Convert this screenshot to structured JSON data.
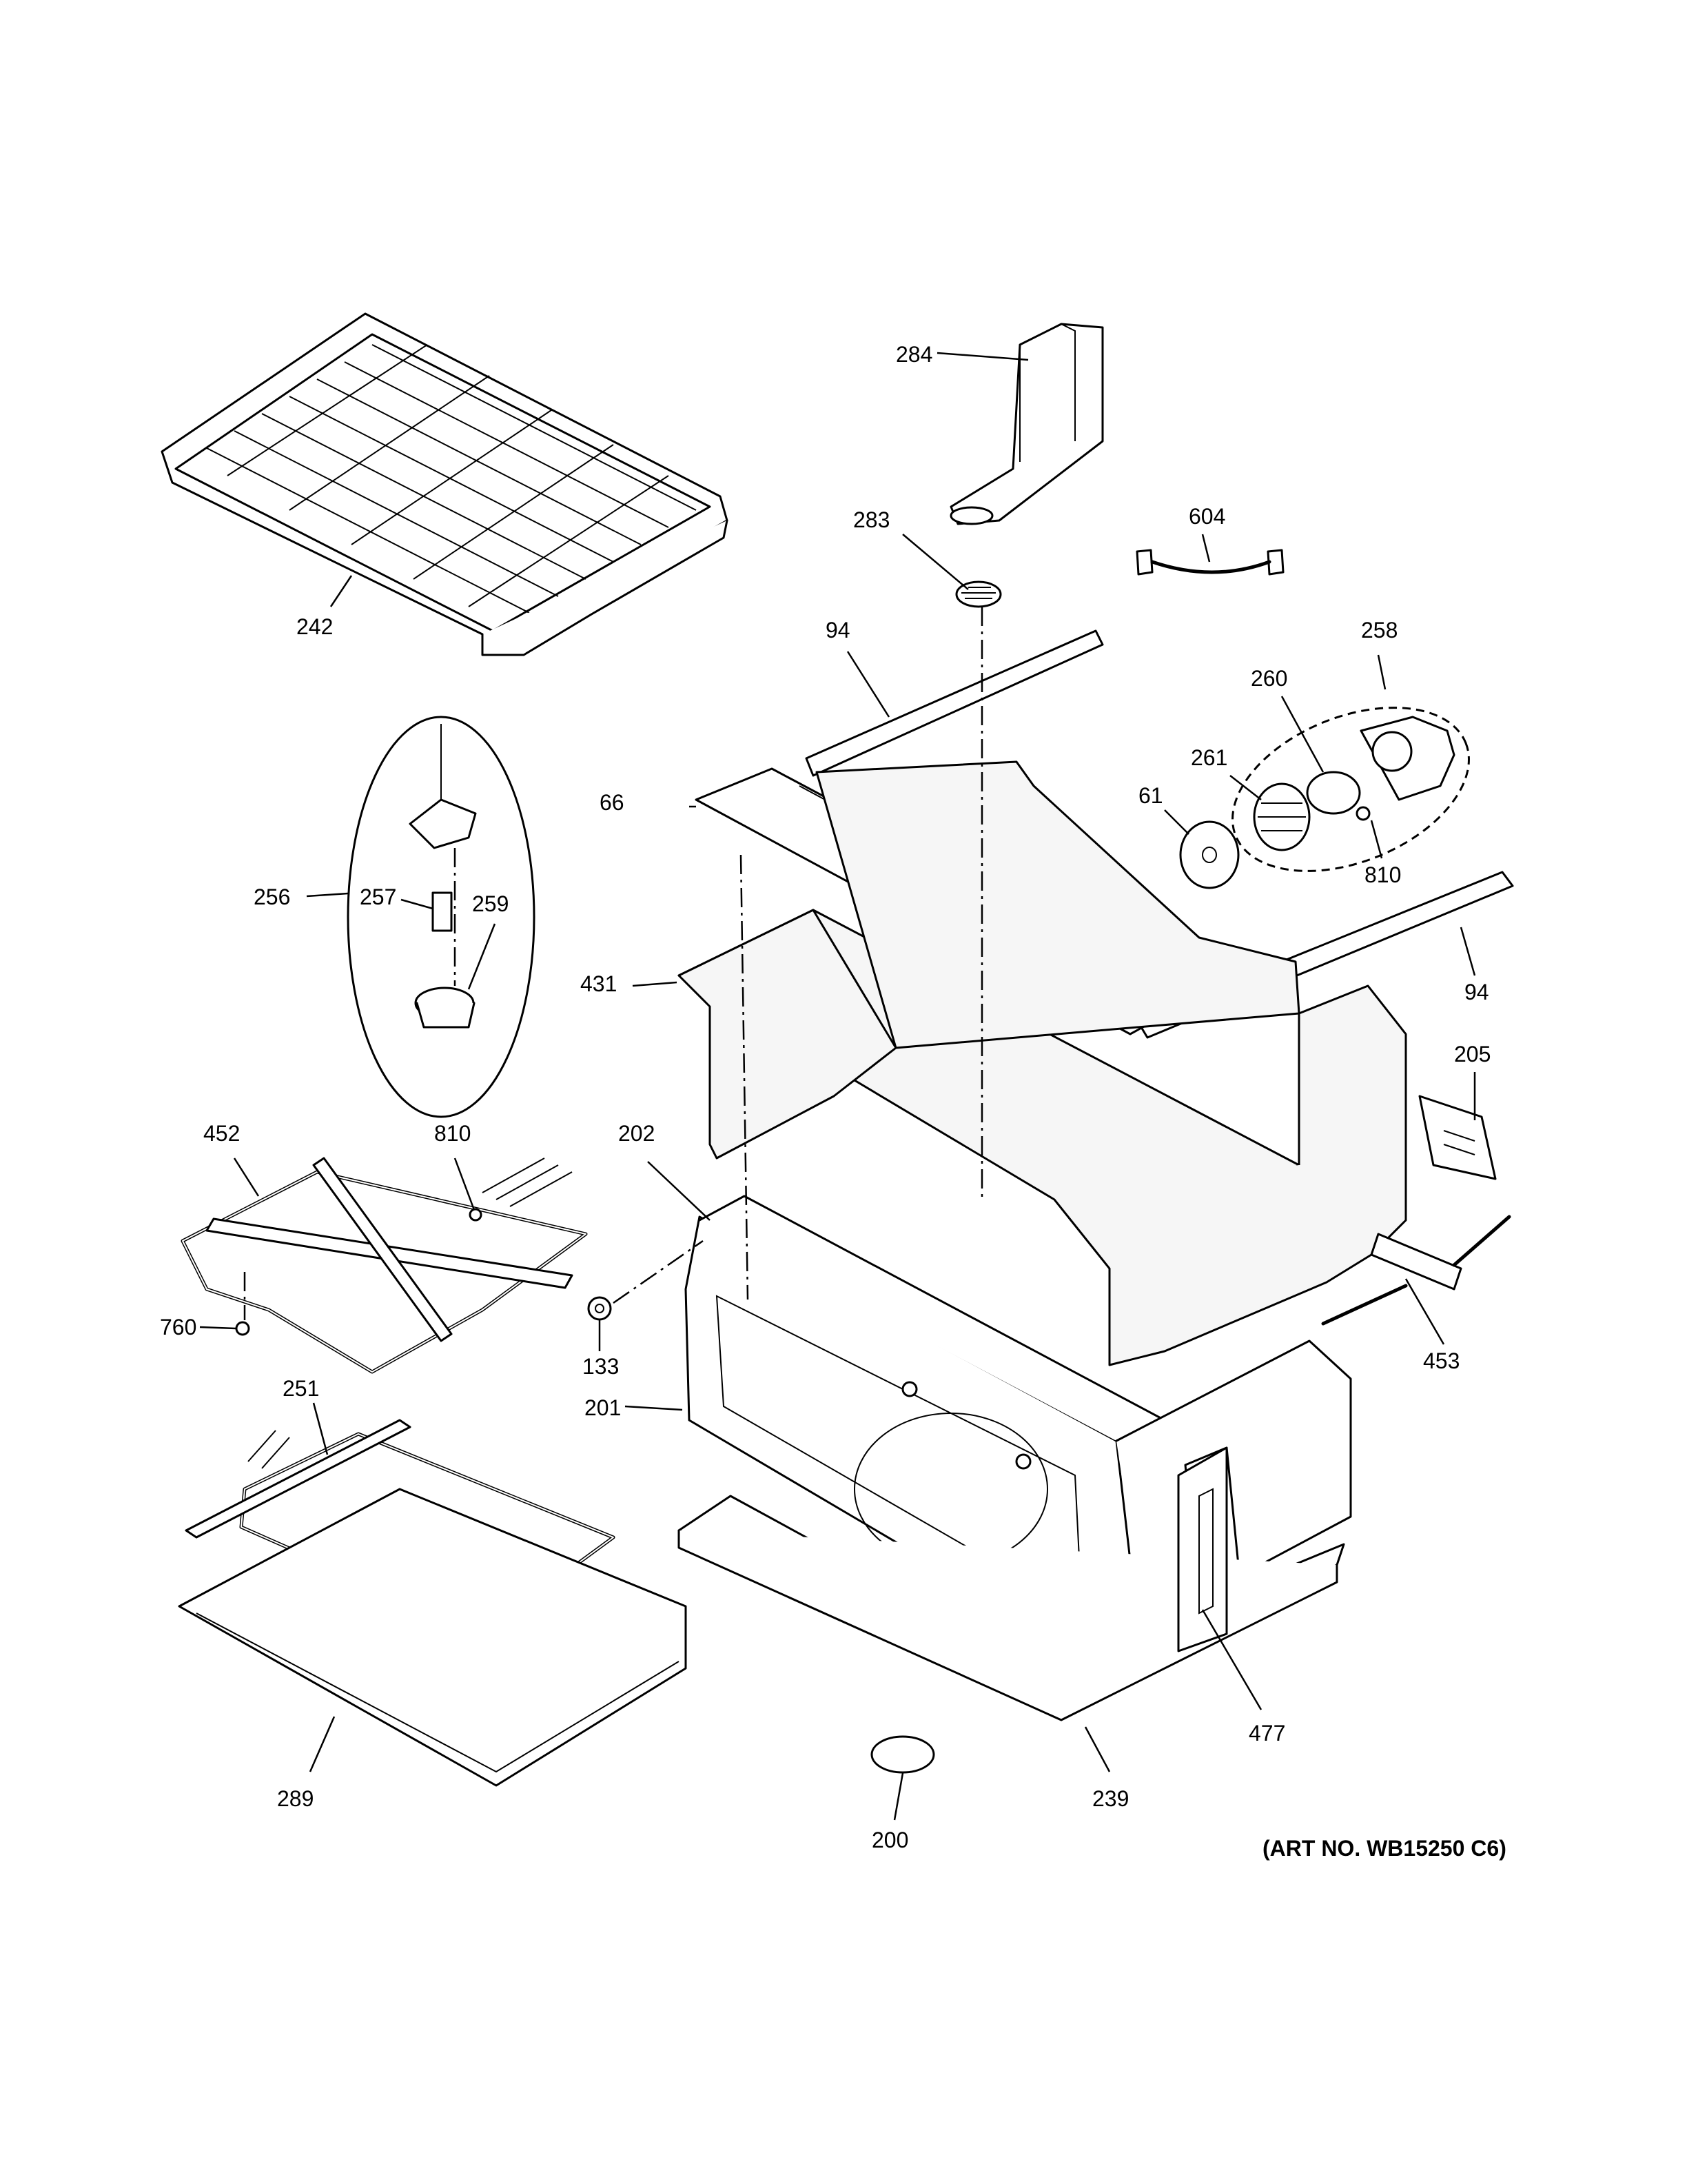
{
  "art_number": "(ART NO. WB15250 C6)",
  "callouts": {
    "c242": "242",
    "c284": "284",
    "c283": "283",
    "c604": "604",
    "c94_top": "94",
    "c94_right": "94",
    "c258": "258",
    "c260": "260",
    "c261": "261",
    "c61": "61",
    "c810_lamp": "810",
    "c66": "66",
    "c256": "256",
    "c257": "257",
    "c259": "259",
    "c431": "431",
    "c205": "205",
    "c452": "452",
    "c810_element": "810",
    "c202": "202",
    "c760": "760",
    "c133": "133",
    "c453": "453",
    "c251": "251",
    "c201": "201",
    "c477": "477",
    "c289": "289",
    "c200": "200",
    "c239": "239"
  }
}
